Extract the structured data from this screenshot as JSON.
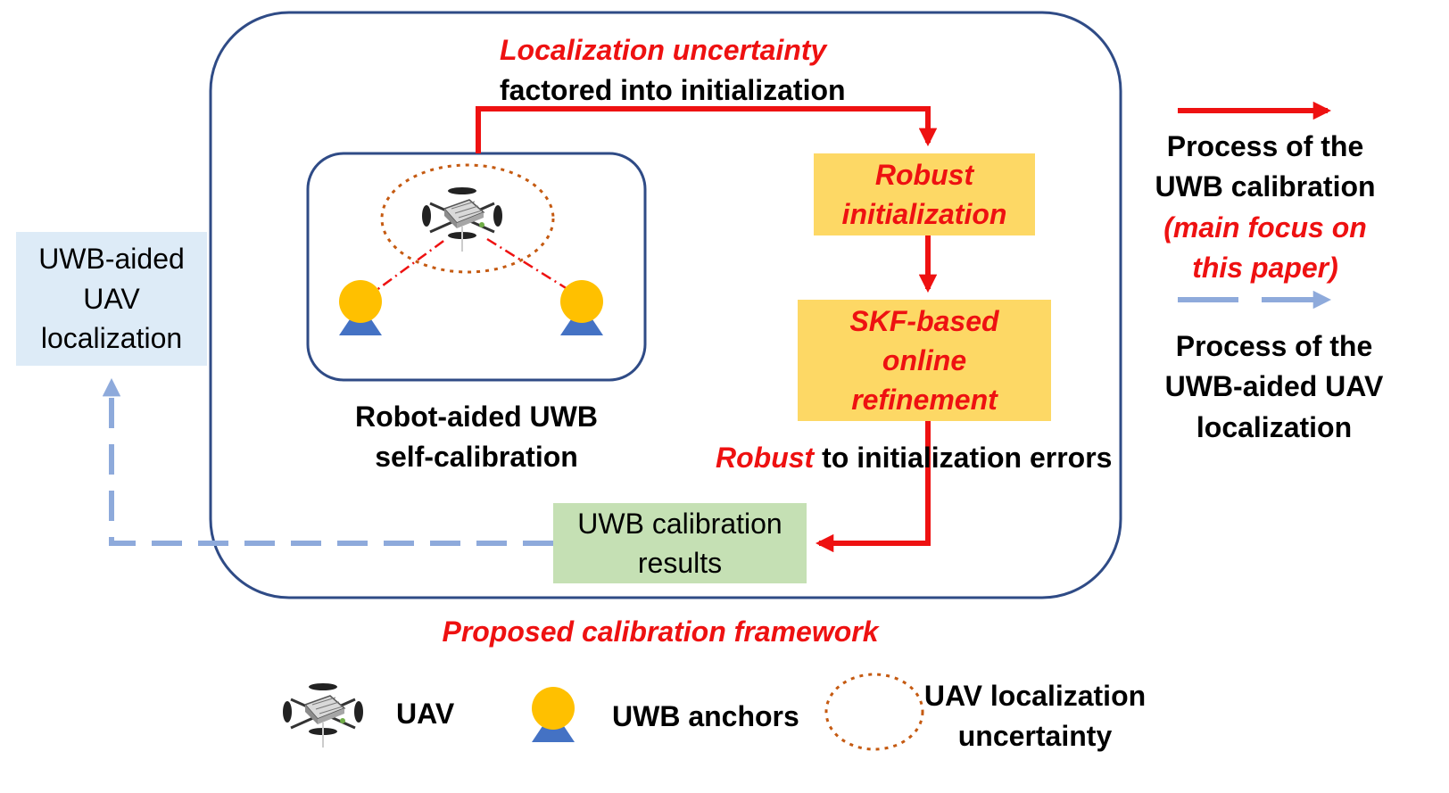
{
  "framework": {
    "title": "Proposed calibration framework",
    "uncertainty_label_red": "Localization uncertainty",
    "uncertainty_label_black": "factored into initialization",
    "robust_init": [
      "Robust",
      "initialization"
    ],
    "skf_refinement": [
      "SKF-based",
      "online",
      "refinement"
    ],
    "robust_errors_red": "Robust",
    "robust_errors_black": "to initialization errors",
    "results": [
      "UWB calibration",
      "results"
    ],
    "self_calibration_caption": [
      "Robot-aided UWB",
      "self-calibration"
    ]
  },
  "localization_box": [
    "UWB-aided",
    "UAV",
    "localization"
  ],
  "side_legend": {
    "red_arrow_text": [
      "Process of the",
      "UWB calibration"
    ],
    "red_arrow_note": [
      "(main focus on",
      "this paper)"
    ],
    "blue_arrow_text": [
      "Process of the",
      "UWB-aided UAV",
      "localization"
    ]
  },
  "bottom_legend": {
    "uav": "UAV",
    "anchors": "UWB anchors",
    "uncertainty": [
      "UAV localization",
      "uncertainty"
    ]
  },
  "colors": {
    "red": "#ee1111",
    "navy": "#2f4b86",
    "yellow_box": "#fdd865",
    "green_box": "#c5e0b4",
    "blue_box": "#ddebf7",
    "anchor_blue": "#4472c4",
    "anchor_gold": "#ffc000",
    "dashed_blue": "#8eaadb",
    "uncertainty_brown": "#c55a11"
  },
  "icons": [
    "uav-icon",
    "uwb-anchor-icon",
    "uncertainty-ellipse-icon"
  ]
}
